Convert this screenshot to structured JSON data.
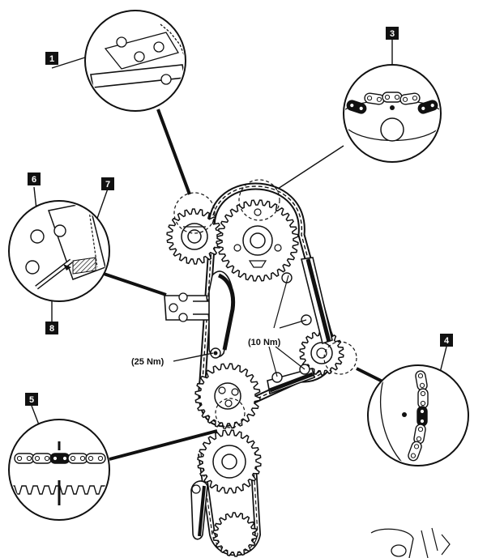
{
  "callouts": [
    "1",
    "3",
    "4",
    "5",
    "6",
    "7",
    "8"
  ],
  "torque_labels": {
    "tensioner": "(25 Nm)",
    "guides": "(10 Nm)"
  },
  "colors": {
    "ink": "#111111",
    "paper": "#ffffff"
  }
}
